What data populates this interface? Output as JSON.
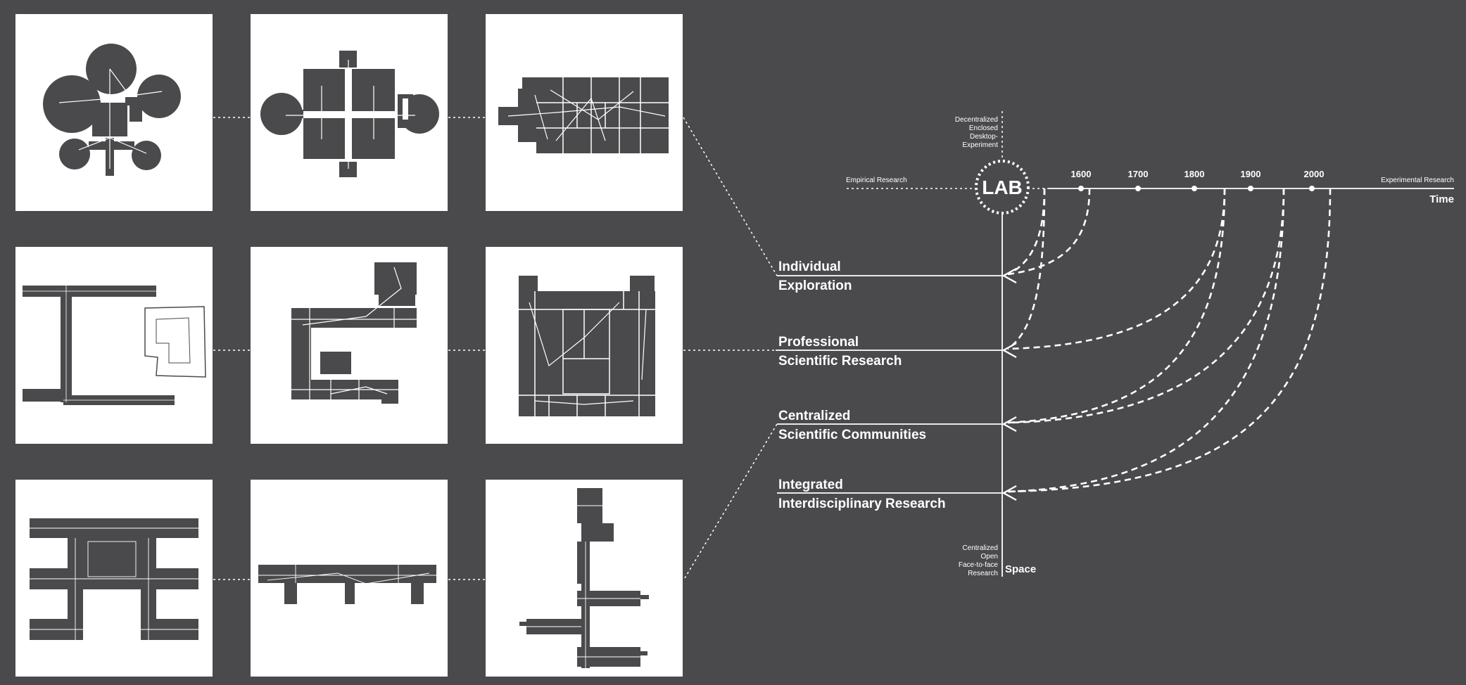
{
  "timeline": {
    "lab_label": "LAB",
    "left_label": "Empirical Research",
    "right_label": "Experimental Research",
    "time_label": "Time",
    "space_label": "Space",
    "top_descriptor": [
      "Decentralized",
      "Enclosed",
      "Desktop-",
      "Experiment"
    ],
    "bottom_descriptor": [
      "Centralized",
      "Open",
      "Face-to-face",
      "Research"
    ],
    "years": [
      "1600",
      "1700",
      "1800",
      "1900",
      "2000"
    ]
  },
  "categories": [
    {
      "line1": "Individual",
      "line2": "Exploration"
    },
    {
      "line1": "Professional",
      "line2": "Scientific Research"
    },
    {
      "line1": "Centralized",
      "line2": "Scientific Communities"
    },
    {
      "line1": "Integrated",
      "line2": "Interdisciplinary Research"
    }
  ],
  "colors": {
    "background": "#4a4a4c",
    "panel": "#ffffff",
    "plan": "#4a4a4c",
    "line": "#ffffff"
  }
}
